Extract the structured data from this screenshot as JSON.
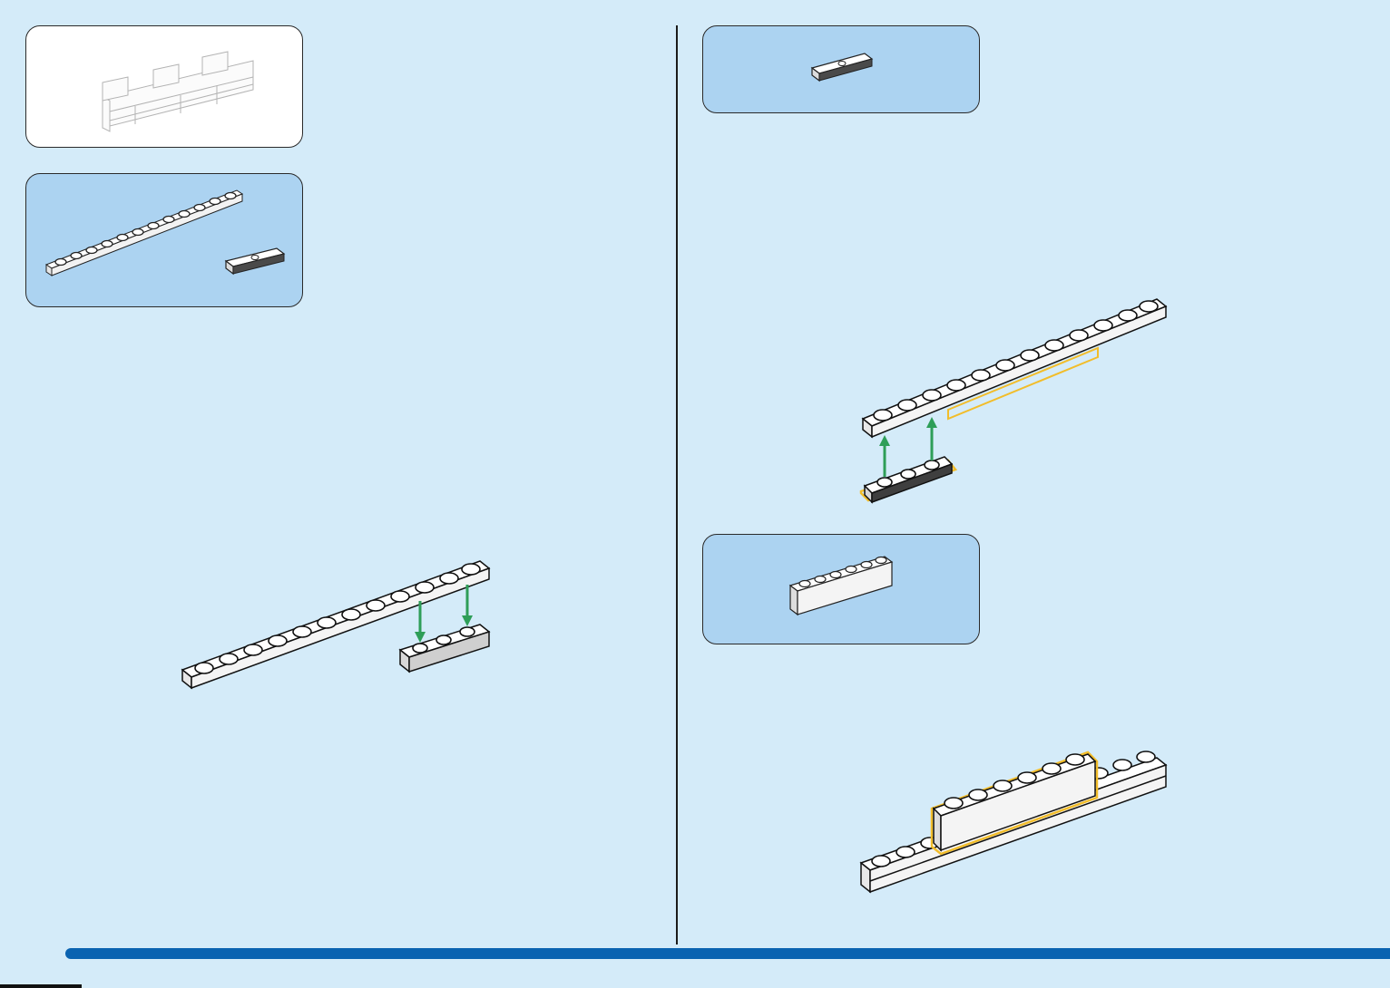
{
  "page": {
    "background_color": "#d4ebf9",
    "panel_blue_color": "#acd3f1",
    "progress_color": "#0a63b1",
    "highlight_color": "#f2bd2a",
    "arrow_color": "#2e9e58"
  },
  "model_preview": {
    "icon": "castle-wall-model-icon"
  },
  "parts_step_1": {
    "items": [
      {
        "icon": "plate-1x12-icon",
        "quantity": ""
      },
      {
        "icon": "jumper-plate-1x3-icon",
        "quantity": ""
      }
    ]
  },
  "assembly_step_1": {
    "icon": "plate-attach-jumper-icon",
    "arrow_direction": "down"
  },
  "parts_step_2": {
    "items": [
      {
        "icon": "jumper-plate-1x3-icon",
        "quantity": ""
      }
    ]
  },
  "assembly_step_2": {
    "icon": "jumper-attach-underside-icon",
    "arrow_direction": "up"
  },
  "parts_step_3": {
    "items": [
      {
        "icon": "brick-1x6-icon",
        "quantity": ""
      }
    ]
  },
  "assembly_step_3": {
    "icon": "brick-attach-top-icon"
  },
  "footer": {
    "progress_fraction": 1.0
  }
}
